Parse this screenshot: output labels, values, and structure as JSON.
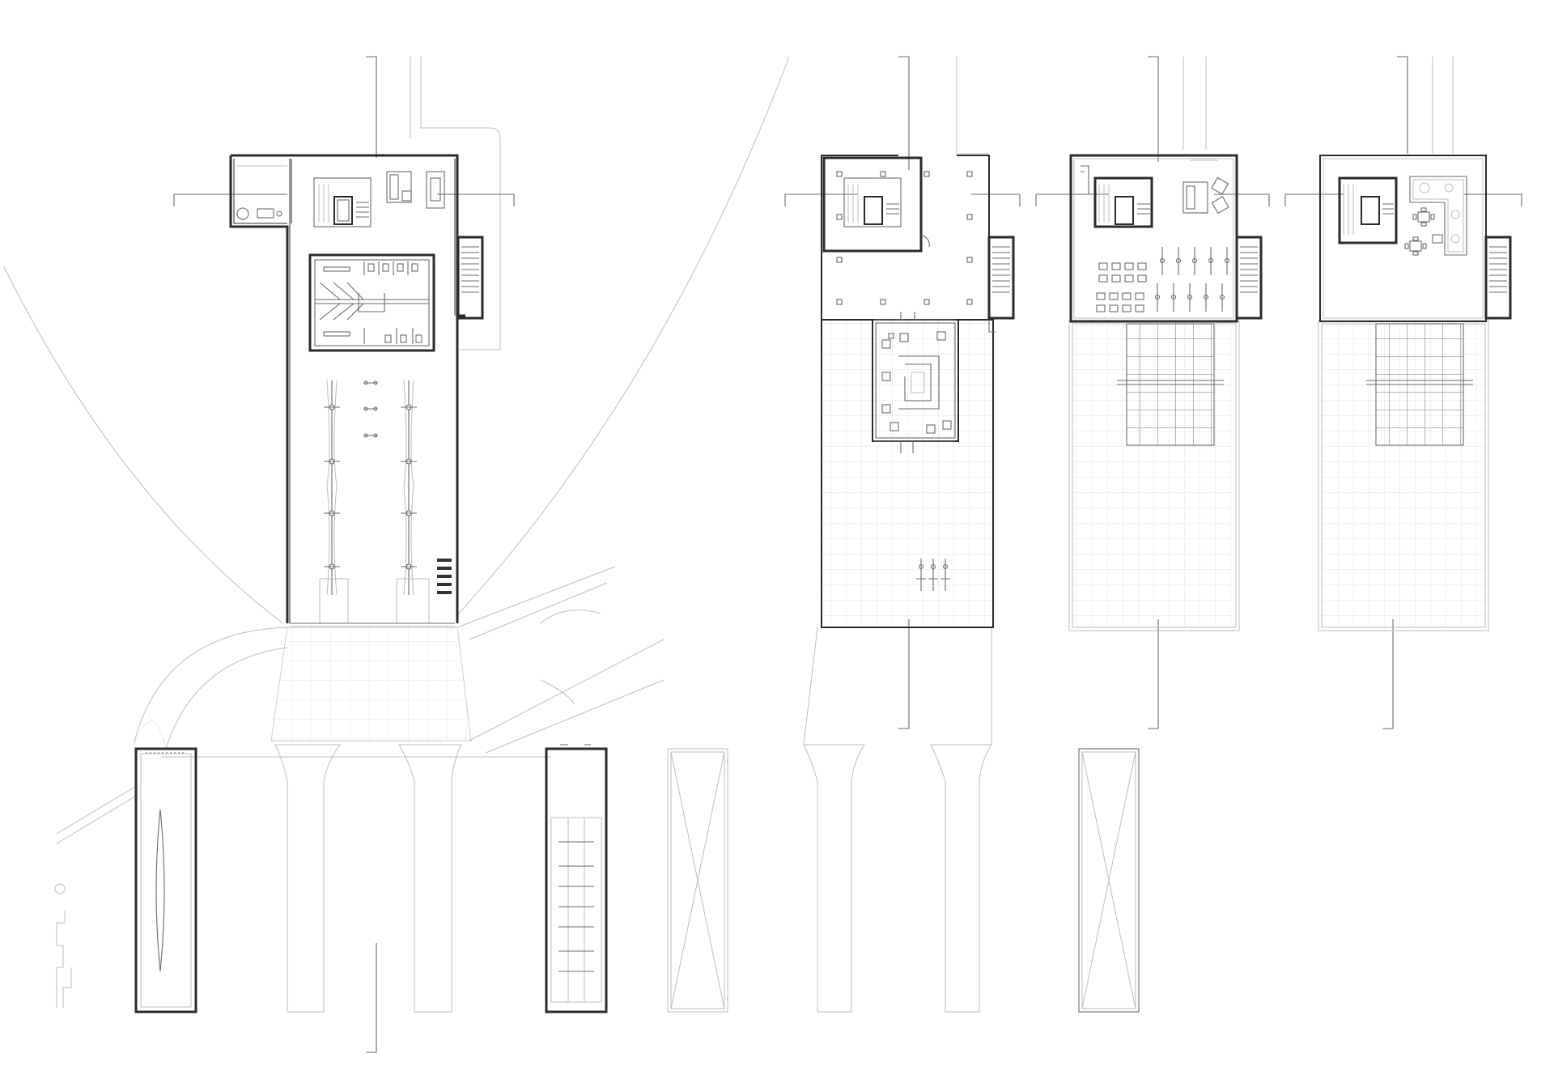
{
  "drawing": {
    "line_colors": {
      "wall": "#2b2b2b",
      "fixture": "#6a6a6a",
      "context": "#bdbdbd",
      "grid": "#e3e3e3"
    },
    "plans": [
      {
        "id": "ground-floor"
      },
      {
        "id": "first-floor"
      },
      {
        "id": "second-floor"
      },
      {
        "id": "roof-level"
      }
    ],
    "annotations": []
  }
}
